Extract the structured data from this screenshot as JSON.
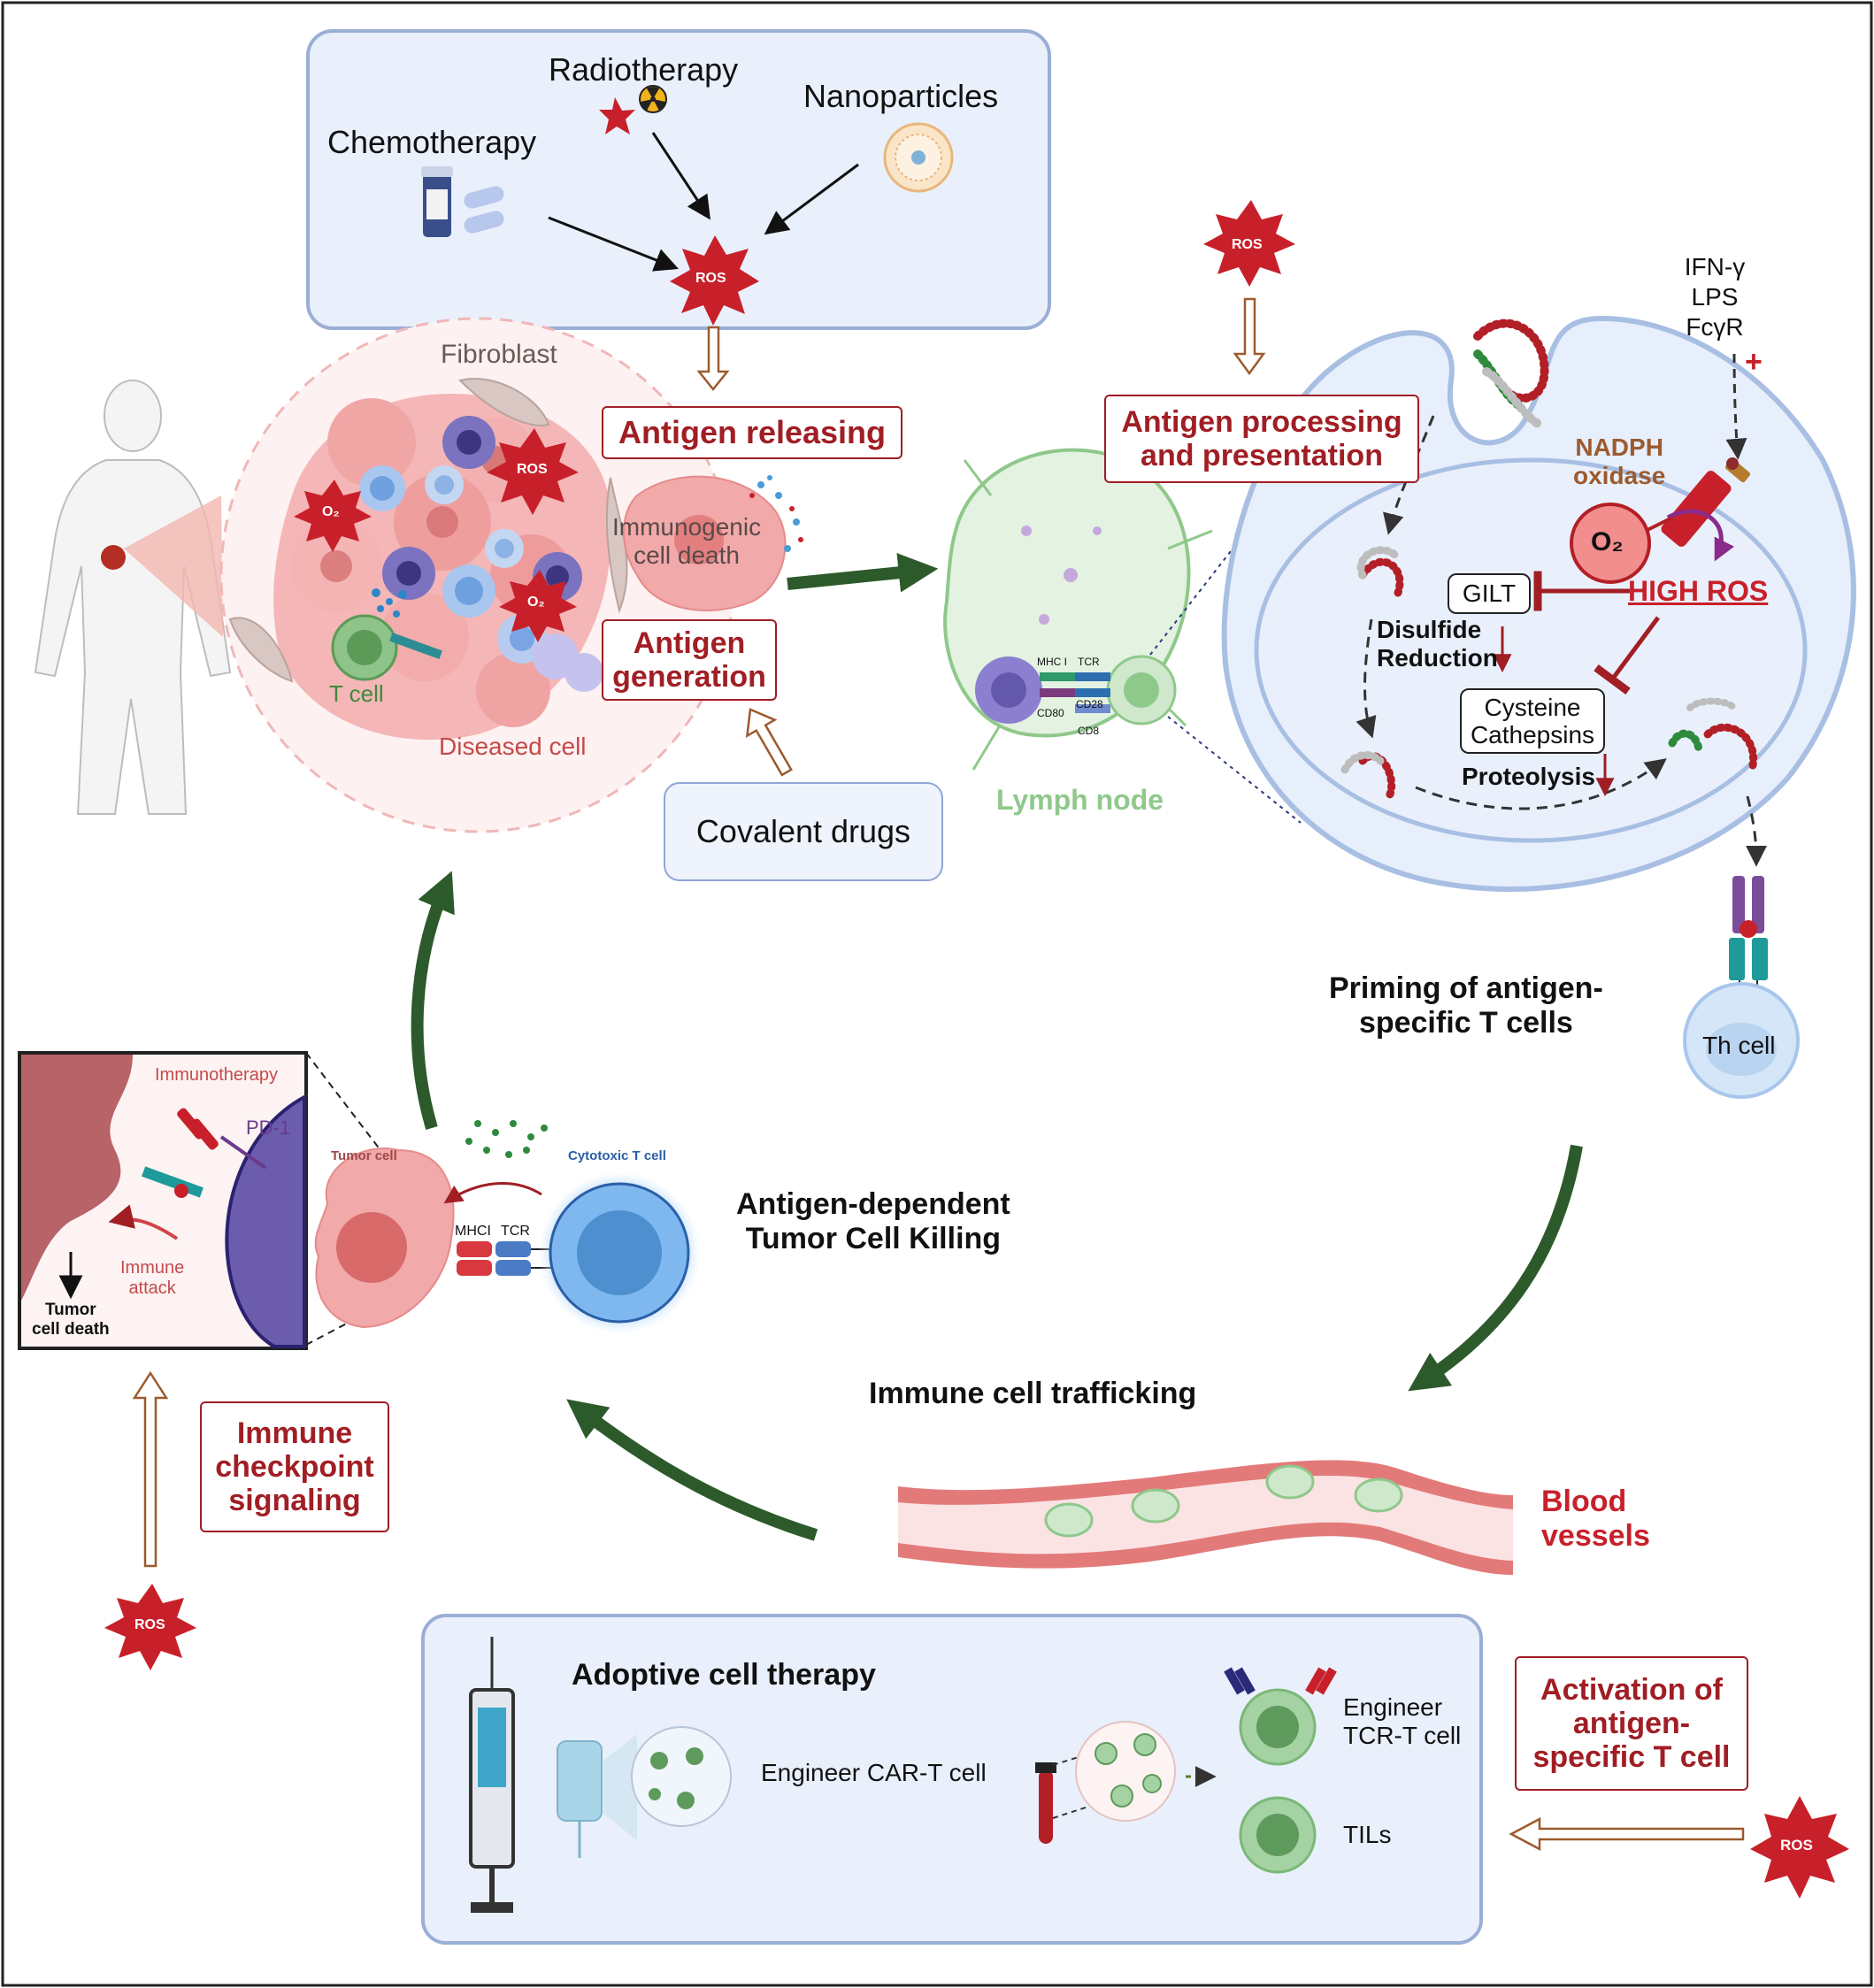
{
  "colors": {
    "frame": "#222222",
    "accent_red": "#a01e24",
    "ros_red": "#c8202a",
    "arrow_green": "#2d5a2b",
    "panel_fill": "#e9f0fb",
    "panel_border": "#9aaed6",
    "lymph_green": "#8fc88b",
    "tumor_pink": "#f1a5a5",
    "nadph_brown": "#9c5a2e"
  },
  "icons": [
    "ros-burst-icon",
    "o2-burst-icon",
    "pill-bottle-icon",
    "capsule-icon",
    "radiation-icon",
    "nanoparticle-icon",
    "human-body-icon",
    "syringe-icon",
    "iv-bag-icon",
    "blood-tube-icon",
    "antibody-icon"
  ],
  "therapy_box": {
    "radiotherapy": "Radiotherapy",
    "chemotherapy": "Chemotherapy",
    "nanoparticles": "Nanoparticles",
    "ros": "ROS"
  },
  "tumor": {
    "fibroblast": "Fibroblast",
    "t_cell": "T cell",
    "diseased_cell": "Diseased cell",
    "immunogenic_cell_death": "Immunogenic\ncell death",
    "ros": "ROS",
    "o2": "O₂"
  },
  "steps": {
    "antigen_releasing": "Antigen releasing",
    "antigen_generation": "Antigen\ngeneration",
    "antigen_processing": "Antigen processing\nand presentation",
    "immune_checkpoint": "Immune\ncheckpoint\nsignaling",
    "activation": "Activation of\nantigen-\nspecific T cell"
  },
  "covalent_drugs": "Covalent drugs",
  "lymph": {
    "label": "Lymph node",
    "mhc1": "MHC I",
    "tcr": "TCR",
    "cd28": "CD28",
    "cd80": "CD80",
    "cd8": "CD8"
  },
  "cell_panel": {
    "ros_top": "ROS",
    "ifn": "IFN-γ",
    "lps": "LPS",
    "fcyr": "FcγR",
    "plus": "+",
    "nadph": "NADPH\noxidase",
    "o2": "O₂",
    "high_ros": "HIGH ROS",
    "gilt": "GILT",
    "disulfide": "Disulfide\nReduction",
    "cysteine": "Cysteine\nCathepsins",
    "proteolysis": "Proteolysis"
  },
  "priming": "Priming of antigen-\nspecific T cells",
  "th_cell": "Th  cell",
  "inset": {
    "immunotherapy": "Immunotherapy",
    "pd1": "PD-1",
    "immune_attack": "Immune\nattack",
    "tumor_death": "Tumor\ncell death"
  },
  "killing": {
    "tumor_cell": "Tumor cell",
    "cytotoxic": "Cytotoxic T cell",
    "mhci": "MHCI",
    "tcr": "TCR",
    "title": "Antigen-dependent\nTumor Cell Killing"
  },
  "trafficking": "Immune cell trafficking",
  "blood_vessels": "Blood\nvessels",
  "bottom_ros": "ROS",
  "act": {
    "title": "Adoptive cell therapy",
    "car_t": "Engineer CAR-T cell",
    "tcr_t": "Engineer\nTCR-T cell",
    "tils": "TILs"
  },
  "right_ros": "ROS"
}
